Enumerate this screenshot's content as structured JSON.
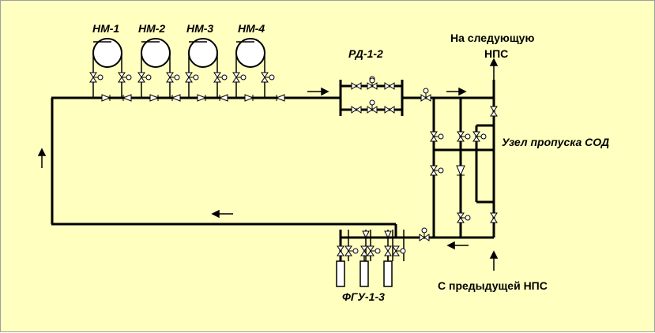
{
  "labels": {
    "pump_1": "НМ-1",
    "pump_2": "НМ-2",
    "pump_3": "НМ-3",
    "pump_4": "НМ-4",
    "regulator": "РД-1-2",
    "filters": "ФГУ-1-3",
    "next_station_line1": "На следующую",
    "next_station_line2": "НПС",
    "pig_unit": "Узел пропуска СОД",
    "prev_station": "С предыдущей НПС"
  },
  "colors": {
    "background": "#ffffc0",
    "line": "#000000"
  }
}
